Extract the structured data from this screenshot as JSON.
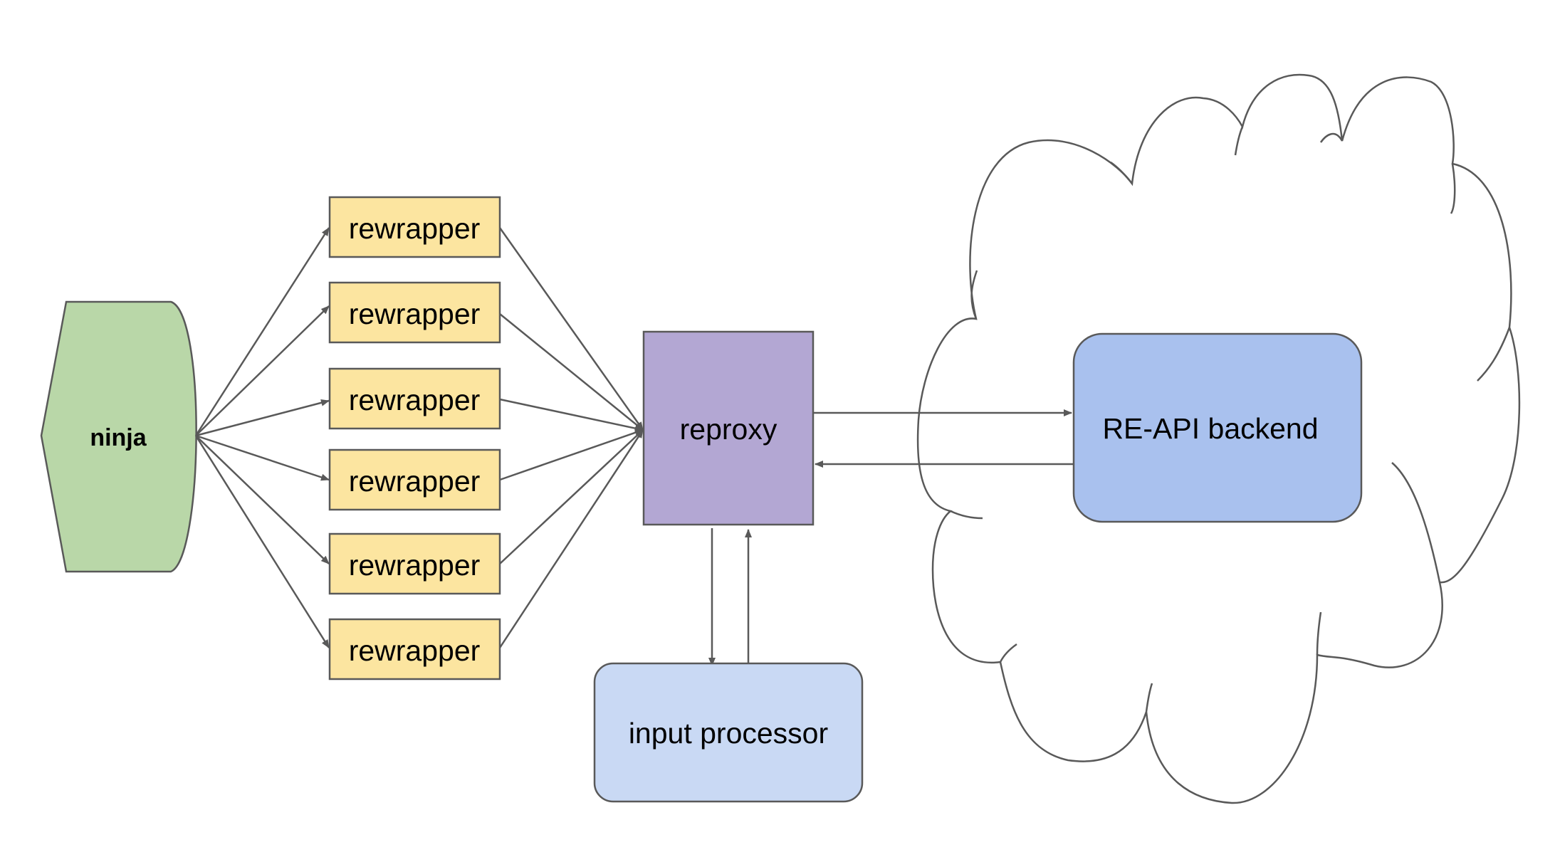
{
  "nodes": {
    "ninja": {
      "label": "ninja",
      "color": "#b9d7a8"
    },
    "rewrappers": [
      {
        "label": "rewrapper"
      },
      {
        "label": "rewrapper"
      },
      {
        "label": "rewrapper"
      },
      {
        "label": "rewrapper"
      },
      {
        "label": "rewrapper"
      },
      {
        "label": "rewrapper"
      }
    ],
    "rewrapper_color": "#fce5a0",
    "reproxy": {
      "label": "reproxy",
      "color": "#b3a7d3"
    },
    "input_processor": {
      "label": "input processor",
      "color": "#c9d9f4"
    },
    "backend": {
      "label": "RE-API backend",
      "color": "#a9c1ee"
    },
    "cloud": {
      "fill": "#ffffff"
    }
  },
  "edges": [
    {
      "from": "ninja",
      "to": "rewrapper",
      "count": 6
    },
    {
      "from": "rewrapper",
      "to": "reproxy",
      "count": 6
    },
    {
      "from": "reproxy",
      "to": "backend"
    },
    {
      "from": "backend",
      "to": "reproxy"
    },
    {
      "from": "reproxy",
      "to": "input_processor"
    },
    {
      "from": "input_processor",
      "to": "reproxy"
    }
  ],
  "colors": {
    "stroke": "#595959",
    "arrow": "#595959"
  }
}
